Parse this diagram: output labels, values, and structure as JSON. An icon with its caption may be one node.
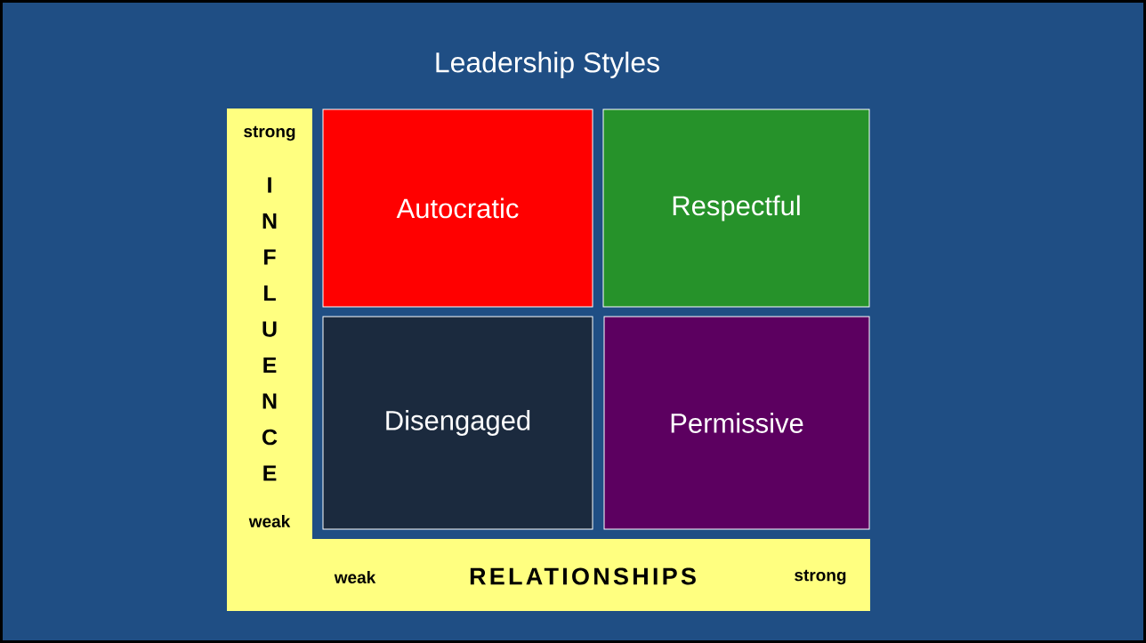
{
  "diagram": {
    "title": "Leadership Styles",
    "nodes": [
      {
        "text": [
          "Autocratic"
        ]
      },
      {
        "text": [
          "Respectful"
        ]
      },
      {
        "text": [
          "Disengaged"
        ]
      },
      {
        "text": [
          "Permissive"
        ]
      },
      {
        "text": [
          "strong",
          "INFLUENCE",
          "weak"
        ]
      },
      {
        "text": [
          "weak",
          "RELATIONSHIPS",
          "strong"
        ]
      }
    ],
    "edges": []
  }
}
